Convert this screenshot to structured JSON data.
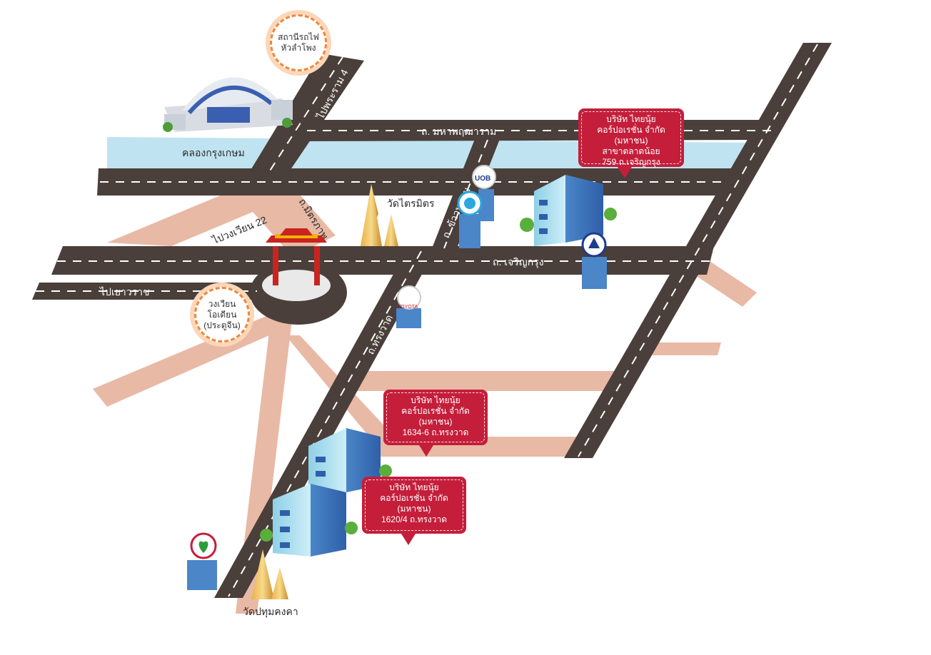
{
  "map": {
    "canal_label": "คลองกรุงเกษม",
    "roads": {
      "maha_phruettharam": "ถ. มหาพฤฒาราม",
      "charoen_krung": "ถ. เจริญกรุง",
      "yaowarat": "ไปเยาวราช",
      "to_rama4": "ไปพระราม 4",
      "to_wongwian22": "ไปวงเวียน 22",
      "mitrphan": "ถ.มิตรภาพ",
      "song_wat": "ถ.ทรงวาด",
      "khao_lam": "ถ. ข้าวหลาม"
    },
    "landmarks": {
      "station": [
        "สถานีรถไฟ",
        "หัวลำโพง"
      ],
      "circle": [
        "วงเวียน",
        "โอเดียน",
        "(ประตูจีน)"
      ],
      "wat_traimit": "วัดไตรมิตร",
      "wat_pathum": "วัดปทุมคงคา"
    },
    "banks": {
      "uob": "UOB",
      "toyota": "TOYOTA"
    },
    "callouts": {
      "talad_noi": [
        "บริษัท ไทยนุ้ย",
        "คอร์ปอเรชั่น จำกัด (มหาชน)",
        "สาขาตลาดน้อย",
        "759 ถ.เจริญกรุง"
      ],
      "songwat_1634": [
        "บริษัท ไทยนุ้ย",
        "คอร์ปอเรชั่น จำกัด (มหาชน)",
        "1634-6 ถ.ทรงวาด"
      ],
      "songwat_1620": [
        "บริษัท ไทยนุ้ย",
        "คอร์ปอเรชั่น จำกัด (มหาชน)",
        "1620/4 ถ.ทรงวาด"
      ]
    },
    "colors": {
      "road": "#4a3f3a",
      "road_light": "#e8b9a5",
      "canal": "#bfe3f0",
      "callout": "#c41e3a",
      "bubble_border": "#f0873b"
    }
  }
}
